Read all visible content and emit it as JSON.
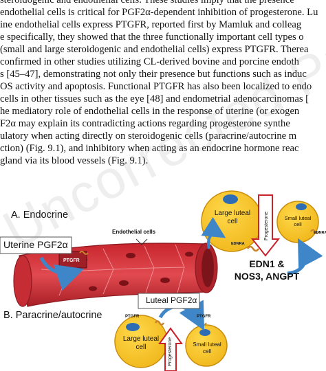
{
  "paragraph": {
    "lines": [
      {
        "text": "steroidogenic and endothelial cells. These studies imply that the presence"
      },
      {
        "text": "endothelial cells is critical for PGF2α-dependent inhibition of progesterone. Lu"
      },
      {
        "text": "ine endothelial cells express PTGFR, reported first by Mamluk and colleag"
      },
      {
        "text": "e specifically, they showed that the three functionally important cell types o"
      },
      {
        "text": "(small and large steroidogenic and endothelial cells) express PTGFR. Therea"
      },
      {
        "text": "confirmed in other studies utilizing CL-derived bovine and porcine endoth"
      },
      {
        "text": "s [45–47], demonstrating not only their presence but functions such as induc"
      },
      {
        "text": "OS activity and apoptosis. Functional PTGFR has also been localized to endo"
      },
      {
        "text": "cells in other tissues such as the eye [48] and endometrial adenocarcinomas ["
      },
      {
        "text": "he mediatory role of endothelial cells in the response of uterine (or exogen"
      },
      {
        "text": "F2α may explain its contradicting actions regarding progesterone synthe"
      },
      {
        "text": "ulatory when acting directly on steroidogenic cells (paracrine/autocrine m"
      },
      {
        "text": "ction) (Fig. 9.1), and inhibitory when acting as an endocrine hormone reac"
      },
      {
        "text": "gland via its blood vessels (Fig. 9.1)."
      }
    ]
  },
  "figure": {
    "panel_a_title": "A. Endocrine",
    "panel_b_title": "B. Paracrine/autocrine",
    "uterine_label": "Uterine PGF2α",
    "endothelial_label": "Endothelial cells",
    "ptgfr_label": "PTGFR",
    "large_luteal_label": "Large luteal cell",
    "small_luteal_label": "Small luteal cell",
    "progesterone_label": "Progesterone",
    "ednra_label": "EDNRA",
    "mediators_line1": "EDN1 &",
    "mediators_line2": "NOS3, ANGPT",
    "luteal_pgf_label": "Luteal PGF2α",
    "watermark": "Uncorrected Proof",
    "colors": {
      "vessel": "#d9343c",
      "vessel_dark": "#9e1f26",
      "luteal_cell": "#f7c52b",
      "nucleus": "#2e6db4",
      "arrow_blue": "#3f86c8",
      "progesterone_arrow": "#c9202a",
      "receptor": "#c8842b"
    }
  }
}
